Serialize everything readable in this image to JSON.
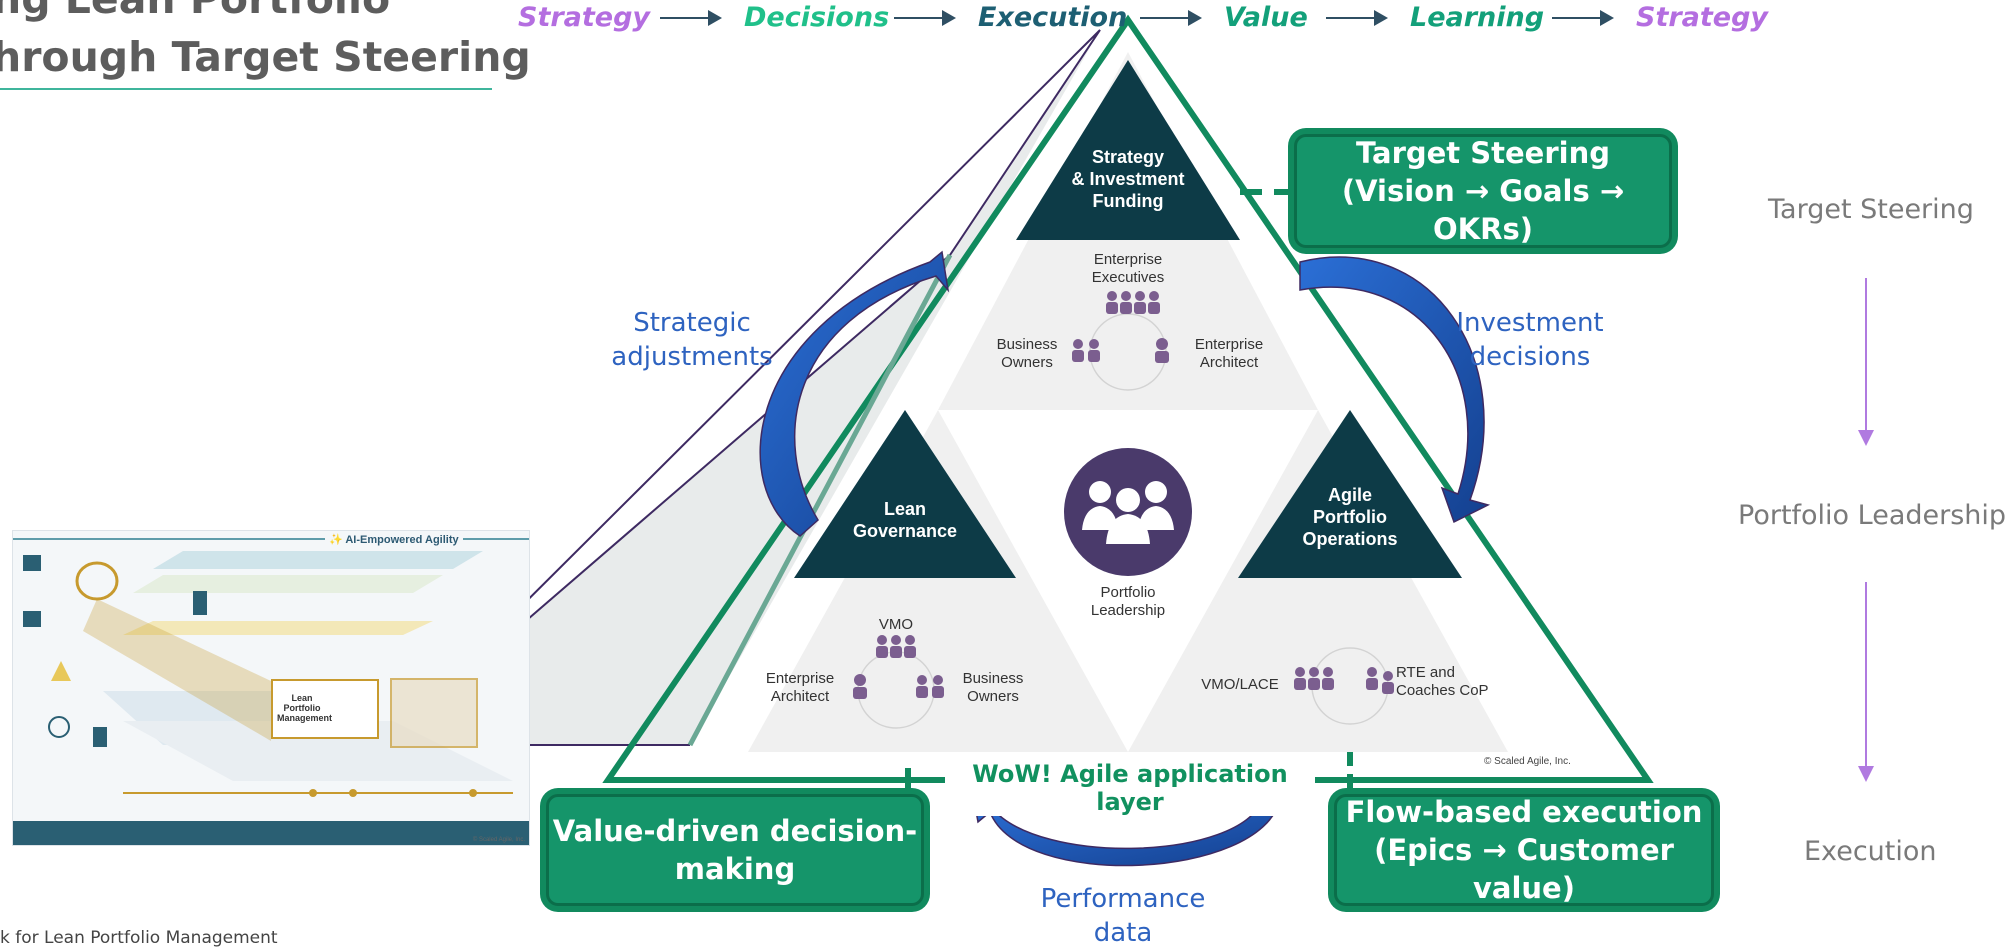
{
  "title": {
    "line1": "ng Lean Portfolio",
    "line2": "hrough Target Steering"
  },
  "flow": [
    {
      "label": "Strategy",
      "color": "#b46ee0"
    },
    {
      "label": "Decisions",
      "color": "#20c08a"
    },
    {
      "label": "Execution",
      "color": "#1d5f73"
    },
    {
      "label": "Value",
      "color": "#13a07a"
    },
    {
      "label": "Learning",
      "color": "#13a07a"
    },
    {
      "label": "Strategy",
      "color": "#b46ee0"
    }
  ],
  "green_boxes": {
    "target": "Target Steering\n(Vision → Goals → OKRs)",
    "value": "Value-driven decision-\nmaking",
    "flow": "Flow-based execution\n(Epics → Customer value)"
  },
  "side": {
    "top": "Target Steering",
    "middle": "Portfolio Leadership",
    "bottom": "Execution"
  },
  "blue_labels": {
    "strategic": "Strategic\nadjustments",
    "investment": "Investment\ndecisions",
    "performance": "Performance\ndata"
  },
  "triangles": {
    "strategy": "Strategy\n& Investment\nFunding",
    "lean": "Lean\nGovernance",
    "agile": "Agile\nPortfolio\nOperations"
  },
  "roles": {
    "enterprise_executives": "Enterprise\nExecutives",
    "business_owners_top": "Business\nOwners",
    "enterprise_architect_top": "Enterprise\nArchitect",
    "vmo": "VMO",
    "enterprise_architect_left": "Enterprise\nArchitect",
    "business_owners_left": "Business\nOwners",
    "vmo_lace": "VMO/LACE",
    "rte_coaches": "RTE and\nCoaches CoP",
    "portfolio_leadership": "Portfolio\nLeadership"
  },
  "wow": "WoW! Agile application layer",
  "copyright": "© Scaled Agile, Inc.",
  "mini": {
    "title": "✨ AI-Empowered Agility",
    "mgmt": "Lean\nPortfolio\nManagement",
    "copy": "© Scaled Agile, Inc."
  },
  "caption": "k for Lean Portfolio Management",
  "colors": {
    "green": "#118a5e",
    "navy": "#0d3b47",
    "purple": "#4a3a6b",
    "blue_arrow": "#1f4fa8",
    "side_arrow": "#b07ae0"
  }
}
